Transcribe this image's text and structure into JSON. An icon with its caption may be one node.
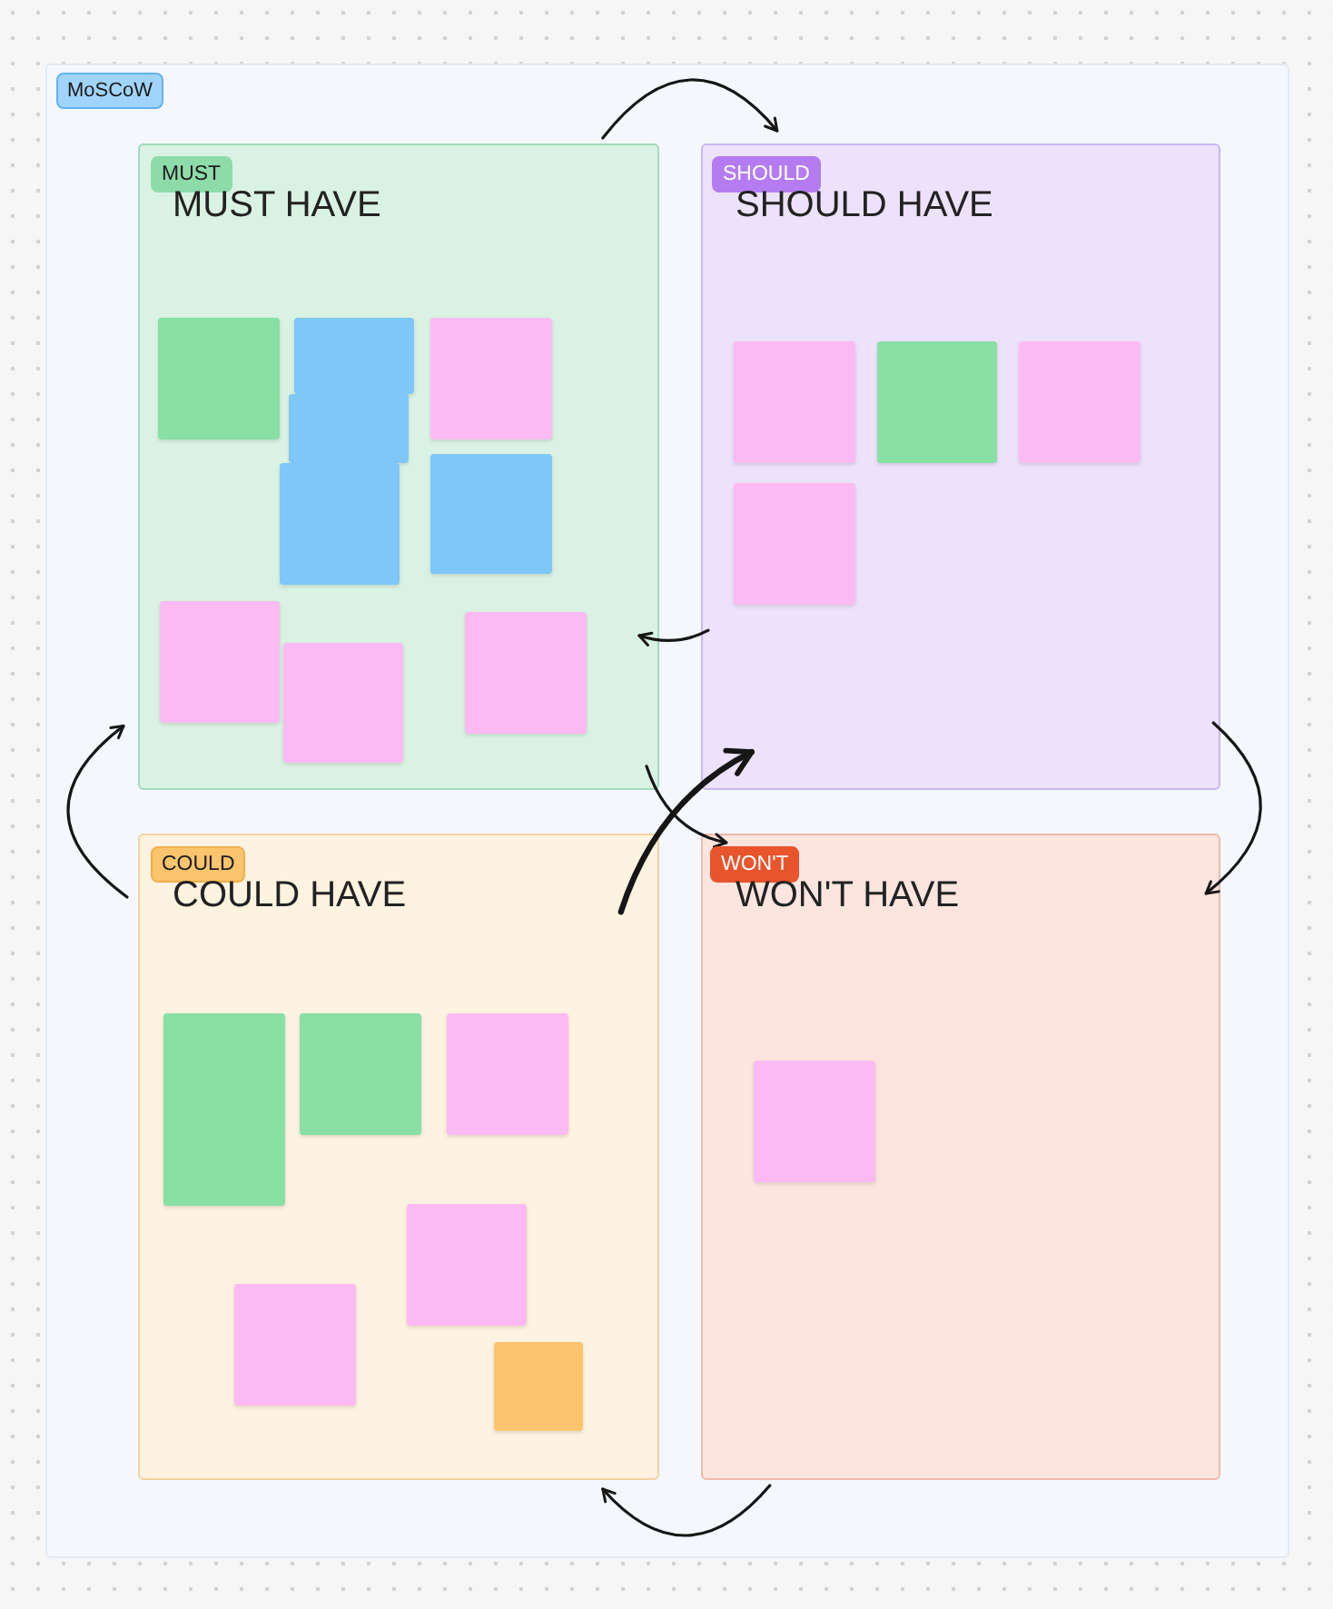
{
  "diagram": {
    "nodes": [
      {
        "text": [
          "MoSCoW"
        ]
      },
      {
        "text": [
          "MUST",
          "MUST HAVE"
        ],
        "in": 0
      },
      {
        "text": [],
        "shape": "box",
        "in": 1
      },
      {
        "text": [],
        "shape": "box",
        "in": 1
      },
      {
        "text": [],
        "shape": "box",
        "in": 1
      },
      {
        "text": [],
        "shape": "box",
        "in": 1
      },
      {
        "text": [],
        "shape": "box",
        "in": 1
      },
      {
        "text": [],
        "shape": "box",
        "in": 1
      },
      {
        "text": [],
        "shape": "box",
        "in": 1
      },
      {
        "text": [],
        "shape": "box",
        "in": 1
      },
      {
        "text": [],
        "shape": "box",
        "in": 1
      },
      {
        "text": [
          "SHOULD",
          "SHOULD HAVE"
        ],
        "in": 0
      },
      {
        "text": [],
        "shape": "box",
        "in": 11
      },
      {
        "text": [],
        "shape": "box",
        "in": 11
      },
      {
        "text": [],
        "shape": "box",
        "in": 11
      },
      {
        "text": [],
        "shape": "box",
        "in": 11
      },
      {
        "text": [
          "COULD",
          "COULD HAVE"
        ],
        "in": 0
      },
      {
        "text": [],
        "shape": "box",
        "in": 16
      },
      {
        "text": [],
        "shape": "box",
        "in": 16
      },
      {
        "text": [],
        "shape": "box",
        "in": 16
      },
      {
        "text": [],
        "shape": "box",
        "in": 16
      },
      {
        "text": [],
        "shape": "box",
        "in": 16
      },
      {
        "text": [],
        "shape": "box",
        "in": 16
      },
      {
        "text": [
          "WON'T",
          "WON'T HAVE"
        ],
        "in": 0
      },
      {
        "text": [],
        "shape": "box",
        "in": 23
      }
    ],
    "edges": [
      {
        "from": 1,
        "to": 11,
        "arrow": "to"
      },
      {
        "from": 11,
        "to": 23,
        "arrow": "to"
      },
      {
        "from": 23,
        "to": 16,
        "arrow": "to"
      },
      {
        "from": 16,
        "to": 1,
        "arrow": "to"
      },
      {
        "from": 11,
        "to": 1,
        "arrow": "to"
      },
      {
        "from": 1,
        "to": 23,
        "arrow": "to"
      },
      {
        "from": 16,
        "to": 11,
        "arrow": "to",
        "style": "thick"
      }
    ]
  }
}
